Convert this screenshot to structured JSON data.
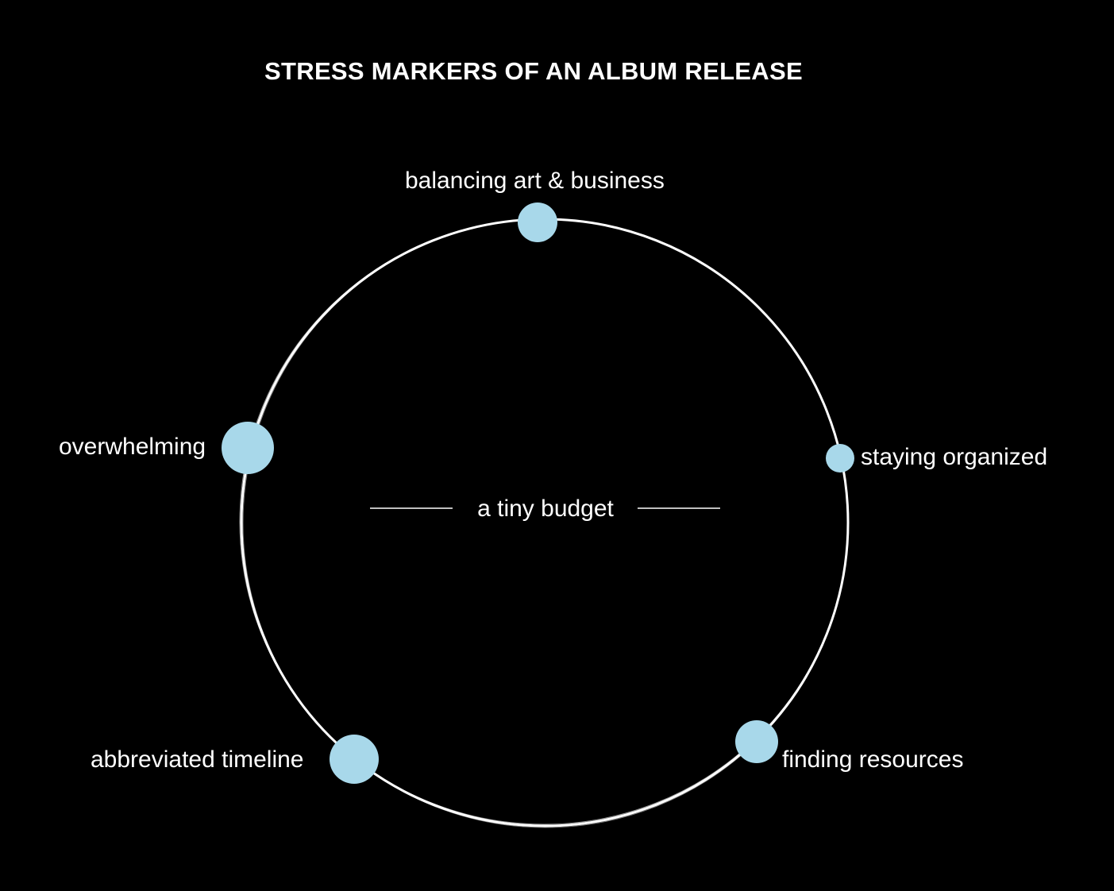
{
  "title": "STRESS MARKERS OF AN ALBUM RELEASE",
  "center": {
    "label": "a tiny budget"
  },
  "markers": [
    {
      "id": "top",
      "label": "balancing art & business"
    },
    {
      "id": "right",
      "label": "staying organized"
    },
    {
      "id": "bottom-right",
      "label": "finding resources"
    },
    {
      "id": "bottom-left",
      "label": "abbreviated timeline"
    },
    {
      "id": "left",
      "label": "overwhelming"
    }
  ],
  "colors": {
    "background": "#000000",
    "ring": "#ffffff",
    "marker": "#a8d8ea",
    "text": "#ffffff"
  }
}
